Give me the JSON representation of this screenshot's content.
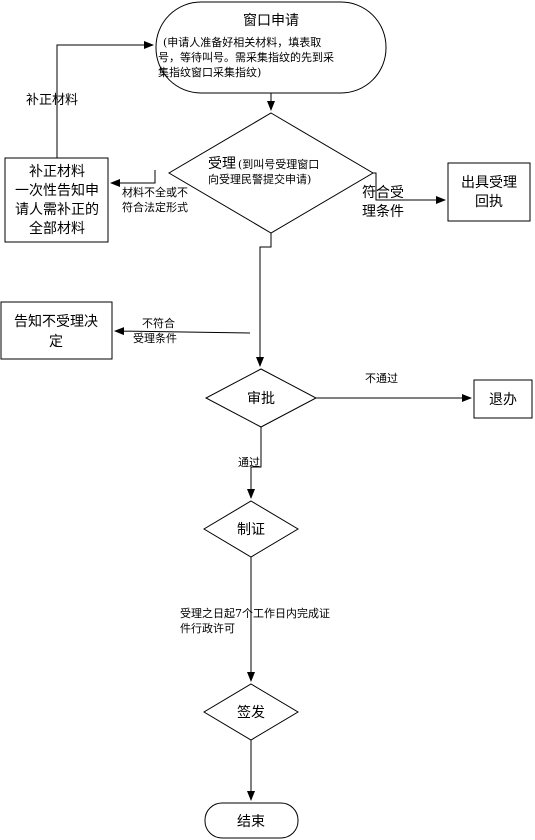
{
  "nodes": {
    "window_apply": {
      "title": "窗口申请",
      "detail": [
        "(申请人准备好相关材料，填表取",
        "号，等待叫号。需采集指纹的先到采",
        "集指纹窗口采集指纹)"
      ]
    },
    "accept": {
      "label_big": "受理",
      "label_small_line1": "(到叫号受理窗口",
      "label_small_line2": "向受理民警提交申请)"
    },
    "supplement_box": [
      "补正材料",
      "一次性告知申",
      "请人需补正的",
      "全部材料"
    ],
    "issue_receipt": [
      "出具受理",
      "回执"
    ],
    "not_accept_notice": [
      "告知不受理决",
      "定"
    ],
    "approve": "审批",
    "withdraw": "退办",
    "certify": "制证",
    "sign": "签发",
    "end": "结束"
  },
  "edges": {
    "supplement_loop": "补正材料",
    "incomplete": [
      "材料不全或不",
      "符合法定形式"
    ],
    "qualified": [
      "符合受",
      "理条件"
    ],
    "not_qualified": [
      "不符合",
      "受理条件"
    ],
    "not_passed": "不通过",
    "passed": "通过",
    "deadline": [
      "受理之日起7个工作日内完成证",
      "件行政许可"
    ]
  }
}
